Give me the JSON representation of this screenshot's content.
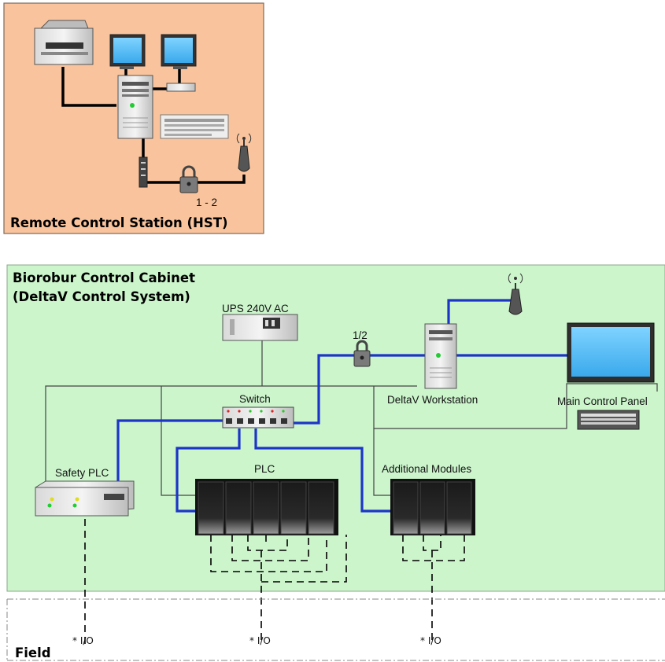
{
  "remote_station": {
    "title": "Remote Control Station (HST)",
    "link_label": "1 - 2"
  },
  "cabinet": {
    "title_line1": "Biorobur Control Cabinet",
    "title_line2": "(DeltaV Control System)",
    "ups_label": "UPS 240V AC",
    "lock_label": "1/2",
    "workstation_label": "DeltaV Workstation",
    "main_panel_label": "Main Control Panel",
    "switch_label": "Switch",
    "safety_plc_label": "Safety PLC",
    "plc_label": "PLC",
    "additional_modules_label": "Additional Modules"
  },
  "field": {
    "title": "Field",
    "io_labels": [
      "* I/O",
      "* I/O",
      "* I/O"
    ]
  },
  "colors": {
    "remote_bg": "#f9c49d",
    "cabinet_bg": "#ccf5cc",
    "network_blue": "#1c35c8",
    "wire_gray": "#444444"
  }
}
